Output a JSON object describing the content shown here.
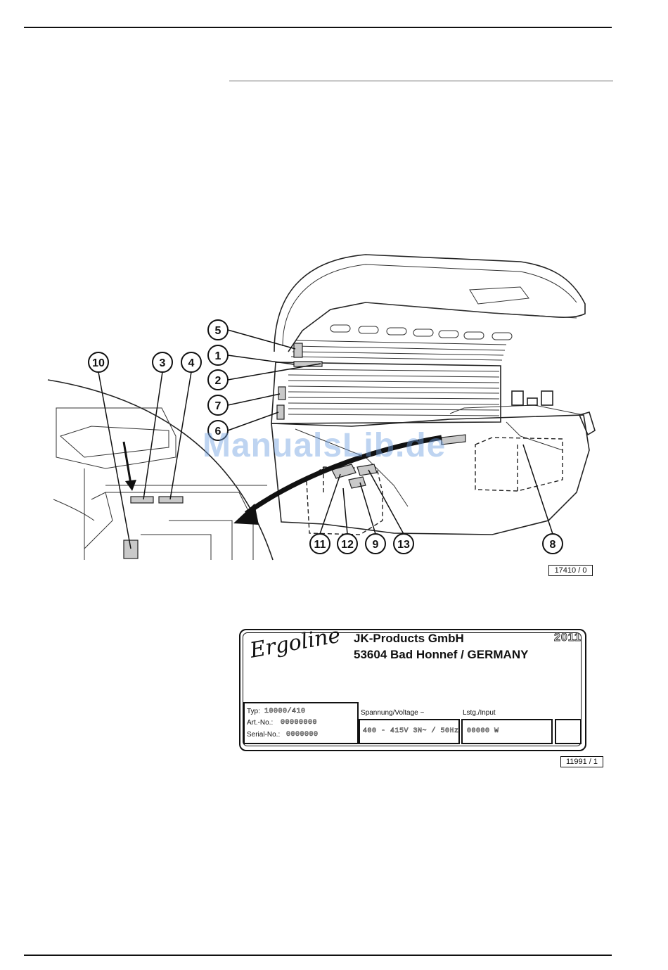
{
  "watermark": "ManualsLib.de",
  "figure_ref": "17410 / 0",
  "callouts": [
    "1",
    "2",
    "3",
    "4",
    "5",
    "6",
    "7",
    "8",
    "9",
    "10",
    "11",
    "12",
    "13"
  ],
  "nameplate": {
    "logo": "Ergoline",
    "company": "JK-Products GmbH",
    "address": "53604 Bad Honnef / GERMANY",
    "year": "2011",
    "type_label": "Typ:",
    "type_value": "10000/410",
    "art_label": "Art.-No.:",
    "art_value": "00000000",
    "serial_label": "Serial-No.:",
    "serial_value": "0000000",
    "voltage_label": "Spannung/Voltage ~",
    "voltage_value": "400 - 415V 3N~ / 50Hz",
    "input_label": "Lstg./Input",
    "input_value": "00000 W",
    "ref": "11991 / 1"
  },
  "colors": {
    "line": "#111111",
    "label_fill": "#c9c9c9",
    "watermark": "#6ea0e1"
  }
}
